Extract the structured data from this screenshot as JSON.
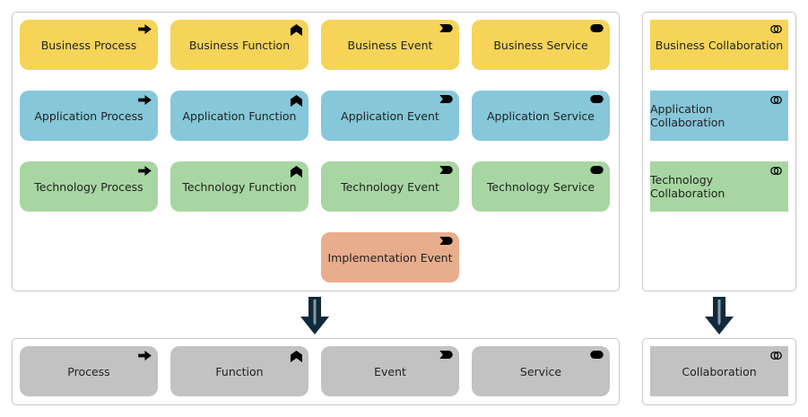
{
  "colors": {
    "business": "#f5d457",
    "application": "#86c7d9",
    "technology": "#a8d6a2",
    "implementation": "#e8ad8c",
    "generic": "#c2c2c2",
    "arrow": "#0f2a3a"
  },
  "specific": {
    "business": {
      "process": "Business Process",
      "function": "Business Function",
      "event": "Business Event",
      "service": "Business Service",
      "collaboration": "Business Collaboration"
    },
    "application": {
      "process": "Application Process",
      "function": "Application Function",
      "event": "Application Event",
      "service": "Application Service",
      "collaboration": "Application Collaboration"
    },
    "technology": {
      "process": "Technology Process",
      "function": "Technology Function",
      "event": "Technology Event",
      "service": "Technology Service",
      "collaboration": "Technology Collaboration"
    },
    "implementation": {
      "event": "Implementation Event"
    }
  },
  "generic": {
    "process": "Process",
    "function": "Function",
    "event": "Event",
    "service": "Service",
    "collaboration": "Collaboration"
  },
  "icons": {
    "process": "process-arrow-icon",
    "function": "function-chevron-icon",
    "event": "event-icon",
    "service": "service-pill-icon",
    "collaboration": "collaboration-rings-icon"
  }
}
